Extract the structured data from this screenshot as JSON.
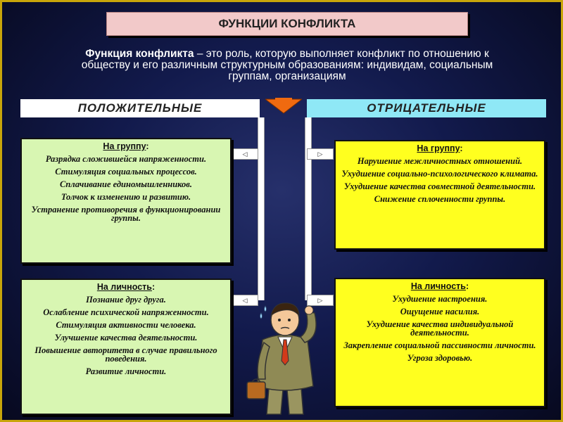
{
  "title": "ФУНКЦИИ КОНФЛИКТА",
  "definition": {
    "term": "Функция конфликта",
    "text": " – это роль, которую выполняет конфликт по отношению к обществу и его различным структурным образованиям: индивидам, социальным группам, организациям"
  },
  "positive": {
    "header": "ПОЛОЖИТЕЛЬНЫЕ",
    "group": {
      "heading": "На группу",
      "colon": ":",
      "items": [
        "Разрядка сложившейся напряженности.",
        "Стимуляция социальных процессов.",
        "Сплачивание единомышленников.",
        "Толчок к изменению и развитию.",
        "Устранение противоречия в функционировании группы."
      ]
    },
    "personal": {
      "heading": "На личность",
      "colon": ":",
      "items": [
        "Познание друг друга.",
        "Ослабление психической напряженности.",
        "Стимуляция активности человека.",
        "Улучшение качества деятельности.",
        "Повышение авторитета в случае правильного поведения.",
        "Развитие личности."
      ]
    }
  },
  "negative": {
    "header": "ОТРИЦАТЕЛЬНЫЕ",
    "group": {
      "heading": "На группу",
      "colon": ":",
      "items": [
        "Нарушение межличностных отношений.",
        "Ухудшение социально-психологического климата.",
        "Ухудшение качества совместной деятельности.",
        "Снижение сплоченности группы."
      ]
    },
    "personal": {
      "heading": "На личность",
      "colon": ":",
      "items": [
        "Ухудшение настроения.",
        "Ощущение насилия.",
        "Ухудшение качества индивидуальной деятельности.",
        "Закрепление социальной пассивности личности.",
        "Угроза здоровью."
      ]
    }
  },
  "colors": {
    "border": "#c8a50a",
    "title_bg": "#f2c9c9",
    "positive_bg": "#d8f6b2",
    "negative_bg": "#ffff1f",
    "negative_header_bg": "#8fe8f6",
    "arrow": "#f06a10"
  },
  "icons": [
    "down-arrow-icon",
    "left-arrow-icon",
    "right-arrow-icon",
    "thinking-man-figure"
  ]
}
